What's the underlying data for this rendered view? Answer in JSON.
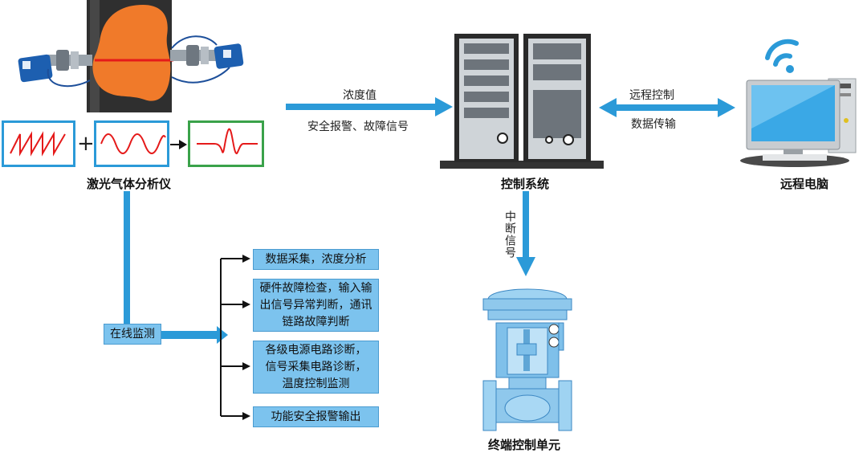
{
  "analyzer": {
    "label": "激光气体分析仪"
  },
  "flow_top": {
    "line1": "浓度值",
    "line2": "安全报警、故障信号"
  },
  "control_system": {
    "label": "控制系统"
  },
  "remote_link": {
    "line1": "远程控制",
    "line2": "数据传输"
  },
  "remote_pc": {
    "label": "远程电脑"
  },
  "interrupt_signal": {
    "label": "中断信号"
  },
  "terminal_unit": {
    "label": "终端控制单元"
  },
  "online_monitor": {
    "label": "在线监测"
  },
  "functions": [
    {
      "line1": "数据采集，浓度分析"
    },
    {
      "line1": "硬件故障检查，输入输",
      "line2": "出信号异常判断，通讯",
      "line3": "链路故障判断"
    },
    {
      "line1": "各级电源电路诊断，",
      "line2": "信号采集电路诊断，",
      "line3": "温度控制监测"
    },
    {
      "line1": "功能安全报警输出"
    }
  ],
  "colors": {
    "accent_blue": "#2b9ad8",
    "box_fill": "#7cc3ee",
    "plume_orange": "#f07a2a",
    "pipe_dark": "#2f2f2f"
  }
}
